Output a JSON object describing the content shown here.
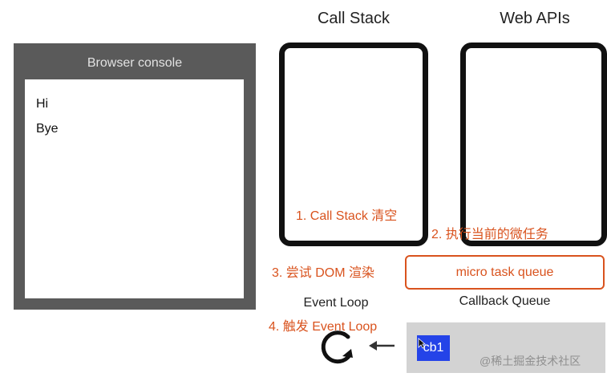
{
  "console": {
    "title": "Browser console",
    "lines": [
      "Hi",
      "Bye"
    ]
  },
  "call_stack": {
    "title": "Call Stack"
  },
  "web_apis": {
    "title": "Web APIs"
  },
  "steps": {
    "step1": "1. Call Stack 清空",
    "step2": "2. 执行当前的微任务",
    "step3": "3. 尝试 DOM 渲染",
    "step4": "4. 触发 Event Loop"
  },
  "micro_task_queue": {
    "label": "micro task queue"
  },
  "event_loop": {
    "label": "Event Loop"
  },
  "callback_queue": {
    "label": "Callback Queue",
    "items": [
      "cb1"
    ]
  },
  "watermark": "@稀土掘金技术社区",
  "colors": {
    "accent_red": "#d9531e",
    "cb1_blue": "#2443e8",
    "console_frame": "#5a5a5a",
    "queue_bg": "#d3d3d3"
  },
  "icons": {
    "event_loop_icon": "circular-arrow-icon",
    "queue_arrow_icon": "left-arrow-icon"
  }
}
